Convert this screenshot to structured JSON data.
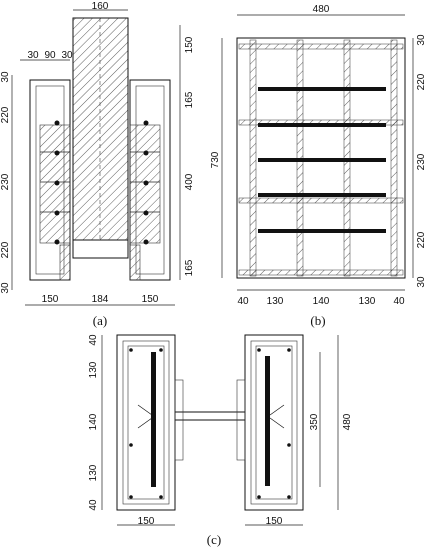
{
  "panels": {
    "a": {
      "caption": "(a)",
      "top_dims": [
        "160",
        "30",
        "90",
        "30"
      ],
      "right_dims": [
        "150",
        "165",
        "400",
        "165"
      ],
      "left_dims": [
        "30",
        "220",
        "230",
        "220",
        "30"
      ],
      "bottom_dims": [
        "150",
        "184",
        "150"
      ]
    },
    "b": {
      "caption": "(b)",
      "width_dim": "480",
      "height_dim": "730",
      "right_dims": [
        "30",
        "220",
        "230",
        "220",
        "30"
      ],
      "bottom_dims": [
        "40",
        "130",
        "140",
        "130",
        "40"
      ]
    },
    "c": {
      "caption": "(c)",
      "left_dims": [
        "40",
        "130",
        "140",
        "130",
        "40"
      ],
      "right_dims": [
        "350",
        "480"
      ],
      "bottom_dims": [
        "150",
        "150"
      ]
    }
  },
  "colors": {
    "line": "#111111",
    "hatch": "#333333",
    "background": "#ffffff"
  }
}
